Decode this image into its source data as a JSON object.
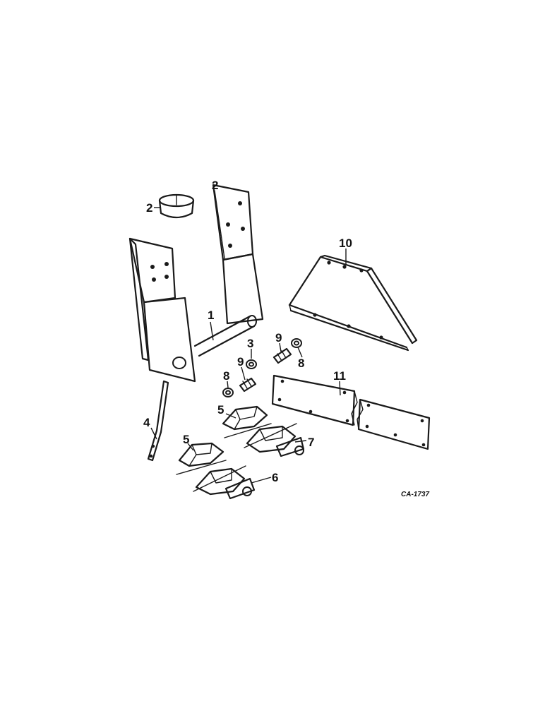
{
  "callouts": {
    "c1": "1",
    "c2a": "2",
    "c2b": "2",
    "c3": "3",
    "c4": "4",
    "c5a": "5",
    "c5b": "5",
    "c6": "6",
    "c7": "7",
    "c8a": "8",
    "c8b": "8",
    "c9a": "9",
    "c9b": "9",
    "c10": "10",
    "c11": "11"
  },
  "drawing_code": "CA-1737",
  "colors": {
    "ink": "#1a1a1a",
    "paper": "#ffffff"
  }
}
